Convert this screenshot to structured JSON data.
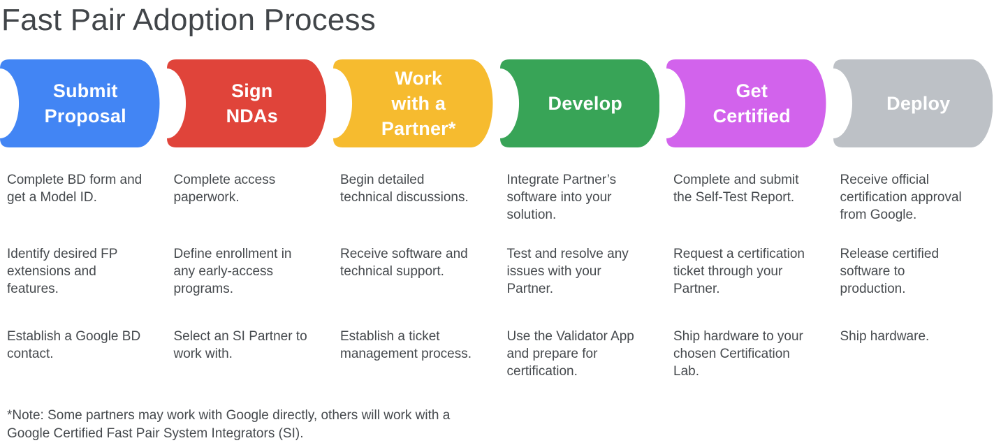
{
  "title": "Fast Pair Adoption Process",
  "colors": {
    "background": "#ffffff",
    "title_text": "#414549",
    "body_text": "#45494d",
    "stage_label_text": "#ffffff"
  },
  "stages": [
    {
      "label": "Submit\nProposal",
      "color": "#4285F4",
      "items": [
        "Complete BD form and\nget a Model ID.",
        "Identify desired FP\nextensions and\nfeatures.",
        "Establish a Google BD\ncontact."
      ]
    },
    {
      "label": "Sign\nNDAs",
      "color": "#E0443A",
      "items": [
        "Complete access\npaperwork.",
        "Define enrollment in\nany early-access\nprograms.",
        "Select an SI Partner to\nwork with."
      ]
    },
    {
      "label": "Work\nwith a\nPartner*",
      "color": "#F6BB2F",
      "items": [
        "Begin detailed\ntechnical discussions.",
        "Receive software and\ntechnical support.",
        "Establish a ticket\nmanagement process."
      ]
    },
    {
      "label": "Develop",
      "color": "#38A457",
      "items": [
        "Integrate Partner’s\nsoftware into your\nsolution.",
        "Test and resolve any\nissues with your\nPartner.",
        "Use the Validator App\nand prepare for\ncertification."
      ]
    },
    {
      "label": "Get\nCertified",
      "color": "#D263EC",
      "items": [
        "Complete and submit\nthe Self-Test Report.",
        "Request a certification\nticket through your\nPartner.",
        "Ship hardware to your\nchosen Certification\nLab."
      ]
    },
    {
      "label": "Deploy",
      "color": "#BDC1C6",
      "items": [
        "Receive official\ncertification approval\nfrom Google.",
        "Release certified\nsoftware to\nproduction.",
        "Ship hardware."
      ]
    }
  ],
  "footnote": "*Note: Some partners may work with Google directly, others will work with a\nGoogle Certified Fast Pair System Integrators (SI)."
}
